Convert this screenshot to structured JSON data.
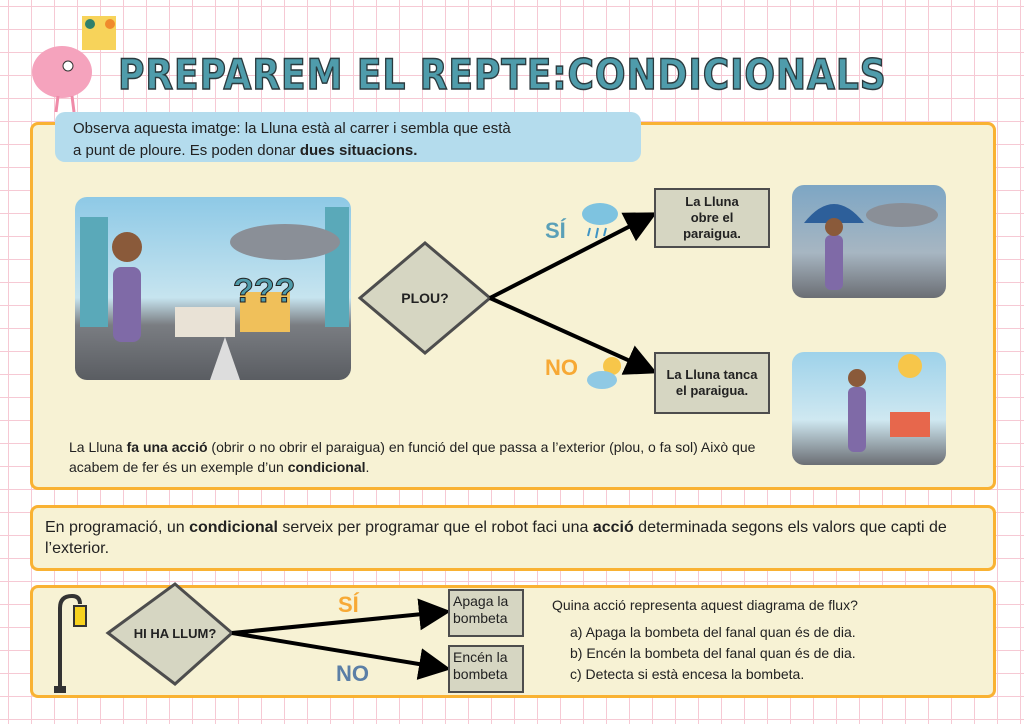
{
  "title": "PREPAREM EL REPTE:CONDICIONALS",
  "intro": {
    "line1": "Observa aquesta imatge: la Lluna està al carrer i sembla que està",
    "line2_pre": "a punt de ploure. Es poden donar ",
    "line2_bold": "dues situacions."
  },
  "scene": {
    "question_marks": "???"
  },
  "flow1": {
    "decision": "PLOU?",
    "yes_label": "SÍ",
    "no_label": "NO",
    "yes_action": "La Lluna obre el paraigua.",
    "no_action": "La Lluna tanca el paraigua."
  },
  "explanation": {
    "p1": "La Lluna ",
    "b1": "fa una acció",
    "p2": " (obrir o no obrir el paraigua) en funció del que passa a l’exterior (plou, o fa sol) Això que acabem de fer és un exemple d’un ",
    "b2": "condicional",
    "p3": "."
  },
  "definition": {
    "p1": "En programació, un ",
    "b1": "condicional",
    "p2": " serveix per programar que el robot faci una ",
    "b2": "acció",
    "p3": " determinada segons els valors que capti de l’exterior."
  },
  "flow2": {
    "decision": "HI HA LLUM?",
    "yes_label": "SÍ",
    "no_label": "NO",
    "yes_action": "Apaga la bombeta",
    "no_action": "Encén la bombeta"
  },
  "quiz": {
    "question": "Quina acció representa aquest diagrama de flux?",
    "options": [
      "a) Apaga la bombeta del fanal quan és de dia.",
      "b) Encén la bombeta del fanal quan és de dia.",
      "c) Detecta si està encesa la bombeta."
    ]
  },
  "colors": {
    "accent_orange": "#f9b233",
    "teal": "#4f9cab",
    "panel": "#f7f2d4"
  }
}
